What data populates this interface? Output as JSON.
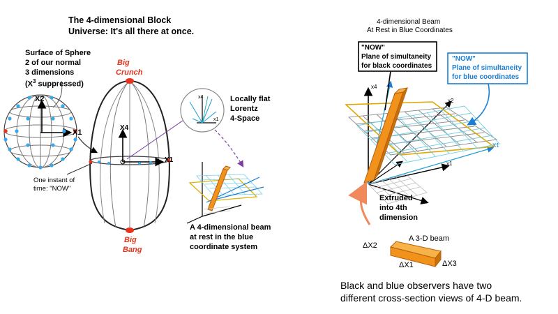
{
  "colors": {
    "accent_red": "#e8331c",
    "blue": "#1a7fd6",
    "orange": "#f0921c",
    "orange_dark": "#b85f08",
    "grid": "#9a9a9a",
    "dot_blue": "#3aa7e8"
  },
  "left": {
    "title_line1": "The 4-dimensional Block",
    "title_line2": "Universe: It's all there at once.",
    "sphere_caption_line1": "Surface of Sphere",
    "sphere_caption_line2": "2 of our normal",
    "sphere_caption_line3": "3 dimensions",
    "sphere_caption_line4_a": "(X",
    "sphere_caption_line4_sup": "3",
    "sphere_caption_line4_b": " suppressed)",
    "sphere_axis_x2": "X2",
    "sphere_axis_x1": "X1",
    "instant_line1": "One instant of",
    "instant_line2": "time: \"NOW\"",
    "big_crunch_line1": "Big",
    "big_crunch_line2": "Crunch",
    "big_bang_line1": "Big",
    "big_bang_line2": "Bang",
    "egg_axis_x4": "X4",
    "egg_axis_x1": "X1",
    "lorentz_line1": "Locally flat",
    "lorentz_line2": "Lorentz",
    "lorentz_line3": "4-Space",
    "lorentz_x4": "x4",
    "lorentz_x1": "x1",
    "small_beam_caption_line1": "A 4-dimensional beam",
    "small_beam_caption_line2": "at rest in the blue",
    "small_beam_caption_line3": "coordinate system"
  },
  "right": {
    "title_line1": "4-dimensional Beam",
    "title_line2": "At Rest in Blue Coordinates",
    "black_now_line1": "\"NOW\"",
    "black_now_line2": "Plane of simultaneity",
    "black_now_line3": "for black coordinates",
    "blue_now_line1": "\"NOW\"",
    "blue_now_line2": "Plane of simultaneity",
    "blue_now_line3": "for blue coordinates",
    "extruded_line1": "Extruded",
    "extruded_line2": "into 4th",
    "extruded_line3": "dimension",
    "beam3d_dx2": "ΔX2",
    "beam3d_label": "A  3-D beam",
    "beam3d_dx1": "ΔX1",
    "beam3d_dx3": "ΔX3",
    "axis_x4": "x4",
    "axis_x2": "x2",
    "axis_x1": "x1",
    "axis_x1_blue": "X1",
    "conclusion_line1": "Black and blue observers have two",
    "conclusion_line2": "different cross-section views of 4-D beam."
  }
}
